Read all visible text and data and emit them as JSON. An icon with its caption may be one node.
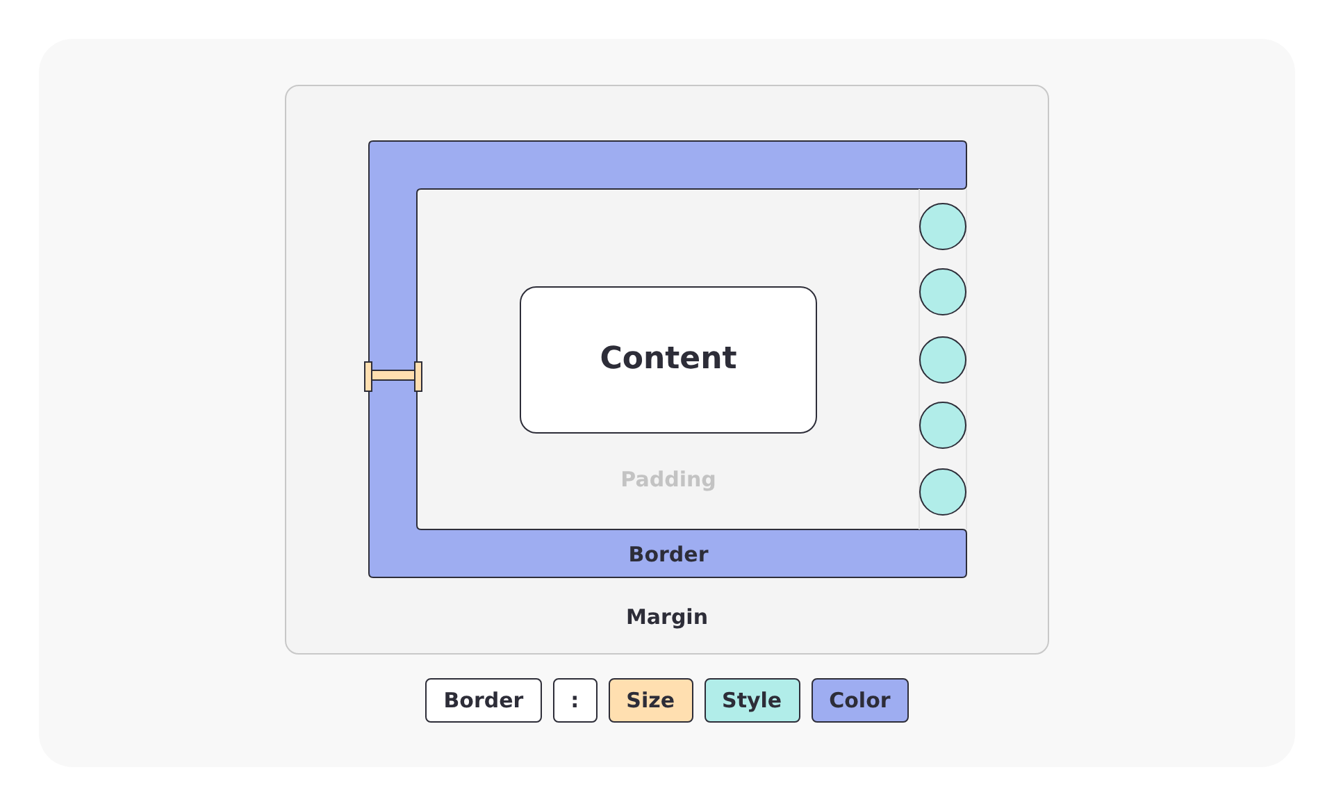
{
  "diagram": {
    "nodes": [
      {
        "text": [
          "Margin"
        ]
      },
      {
        "text": [
          "Border"
        ],
        "in": 0
      },
      {
        "text": [
          "Padding"
        ],
        "in": 1
      },
      {
        "text": [
          "Content"
        ],
        "in": 2
      }
    ],
    "labels": [
      "Border",
      ":"
    ],
    "legend": [
      {
        "text": "Size",
        "color": "#ffdfb0"
      },
      {
        "text": "Style",
        "color": "#b1ede9"
      },
      {
        "text": "Color",
        "color": "#9eadf1"
      }
    ]
  }
}
